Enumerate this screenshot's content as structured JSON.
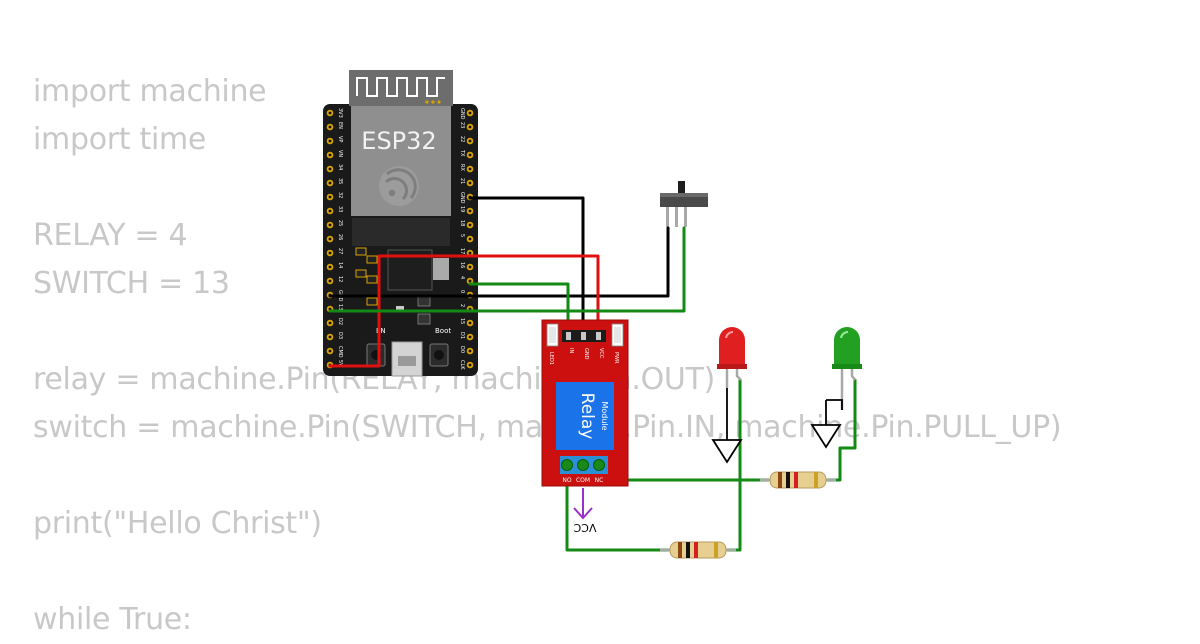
{
  "code_lines": [
    "import machine",
    "import time",
    "",
    "RELAY = 4",
    "SWITCH = 13",
    "",
    "relay = machine.Pin(RELAY, machine.Pin.OUT)",
    "switch = machine.Pin(SWITCH, machine.Pin.IN, machine.Pin.PULL_UP)",
    "",
    "print(\"Hello Christ\")",
    "",
    "while True:"
  ],
  "esp32": {
    "label": "ESP32",
    "left_pins": [
      "3V3",
      "EN",
      "VP",
      "VN",
      "34",
      "35",
      "32",
      "33",
      "25",
      "26",
      "27",
      "14",
      "12",
      "GND",
      "13",
      "D2",
      "D3",
      "CMD",
      "5V"
    ],
    "right_pins": [
      "GND",
      "23",
      "22",
      "TX",
      "RX",
      "21",
      "GND",
      "19",
      "18",
      "5",
      "17",
      "16",
      "4",
      "0",
      "2",
      "15",
      "D1",
      "D0",
      "CLK"
    ],
    "en_label": "EN",
    "boot_label": "Boot"
  },
  "relay_module": {
    "label": "Relay",
    "sublabel": "Module",
    "pin_labels": [
      "IN",
      "GND",
      "VCC"
    ],
    "led1_label": "LED1",
    "pwr_label": "PWR",
    "terminal_labels": [
      "NO",
      "COM",
      "NC"
    ]
  },
  "vcc_label": "VCC",
  "colors": {
    "code_text": "#c8c8c8",
    "wire_black": "#000000",
    "wire_red": "#e01010",
    "wire_green": "#138a13",
    "vcc_arrow": "#9b30c8",
    "board": "#1a1a1a",
    "relay_board": "#cc1010",
    "relay_coil": "#1a73e8",
    "led_red": "#e02020",
    "led_green": "#22a022"
  }
}
